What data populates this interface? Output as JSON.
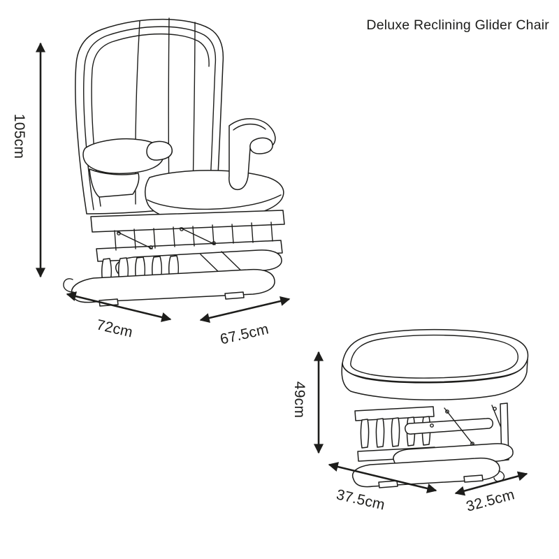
{
  "title": "Deluxe Reclining Glider Chair",
  "chair": {
    "height": "105cm",
    "width": "72cm",
    "depth": "67.5cm"
  },
  "stool": {
    "height": "49cm",
    "width": "37.5cm",
    "depth": "32.5cm"
  },
  "colors": {
    "line": "#1d1d1b",
    "background": "#ffffff"
  }
}
